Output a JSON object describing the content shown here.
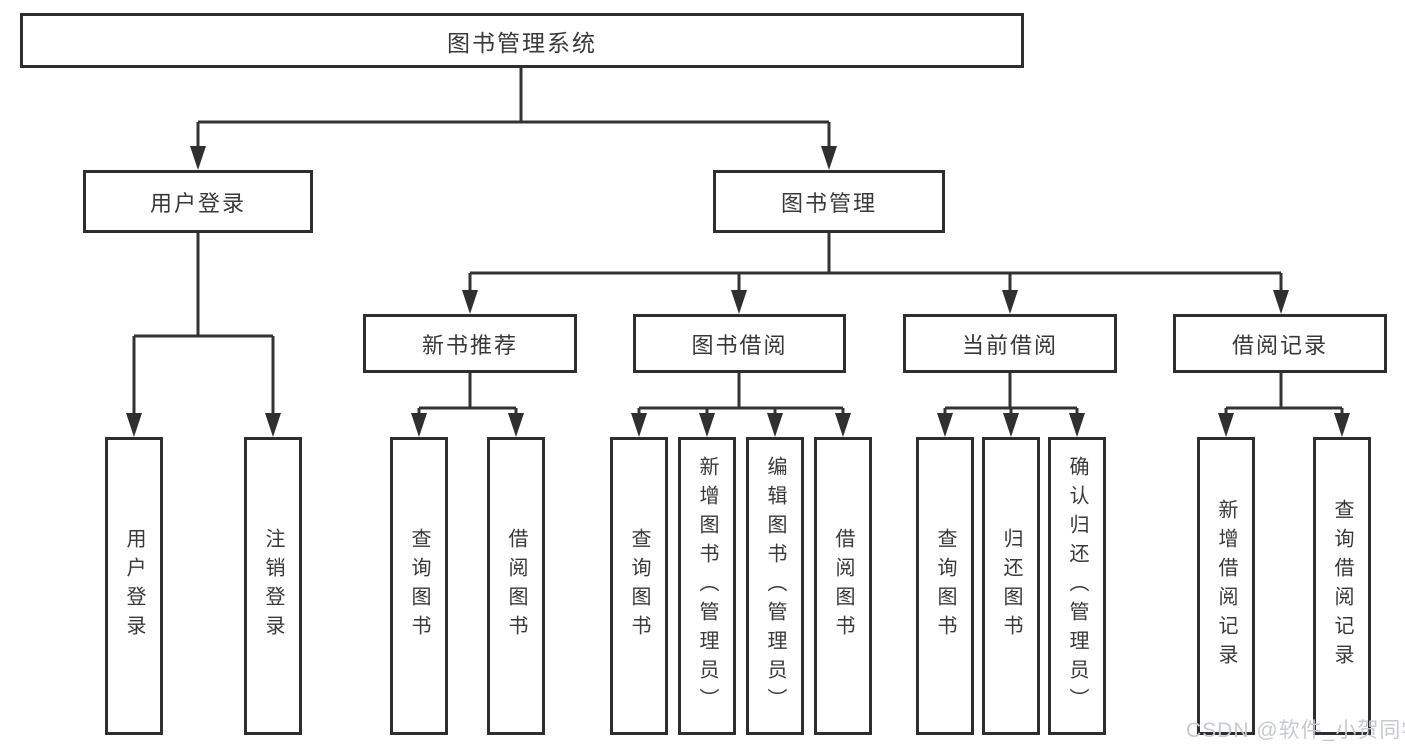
{
  "diagram_title": "图书管理系统",
  "colors": {
    "background": "#ffffff",
    "line": "#333333",
    "box_border": "#2e2e2e",
    "text": "#383838",
    "watermark": "#c6cad0"
  },
  "tree": {
    "label": "图书管理系统",
    "children": [
      {
        "label": "用户登录",
        "children": [
          {
            "label": "用户登录"
          },
          {
            "label": "注销登录"
          }
        ]
      },
      {
        "label": "图书管理",
        "children": [
          {
            "label": "新书推荐",
            "children": [
              {
                "label": "查询图书"
              },
              {
                "label": "借阅图书"
              }
            ]
          },
          {
            "label": "图书借阅",
            "children": [
              {
                "label": "查询图书"
              },
              {
                "label": "新增图书（管理员）"
              },
              {
                "label": "编辑图书（管理员）"
              },
              {
                "label": "借阅图书"
              }
            ]
          },
          {
            "label": "当前借阅",
            "children": [
              {
                "label": "查询图书"
              },
              {
                "label": "归还图书"
              },
              {
                "label": "确认归还（管理员）"
              }
            ]
          },
          {
            "label": "借阅记录",
            "children": [
              {
                "label": "新增借阅记录"
              },
              {
                "label": "查询借阅记录"
              }
            ]
          }
        ]
      }
    ]
  },
  "watermark": {
    "text": "CSDN @软件_小贺同学"
  }
}
